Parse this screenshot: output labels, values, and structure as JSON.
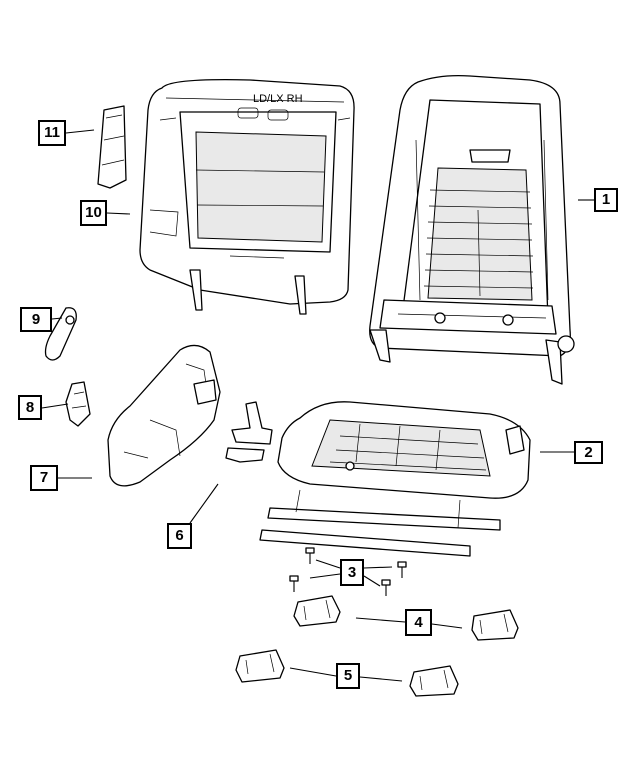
{
  "figure": {
    "embossed_text": "LD/LX RH",
    "callouts": [
      {
        "id": "1",
        "label": "1"
      },
      {
        "id": "2",
        "label": "2"
      },
      {
        "id": "3",
        "label": "3"
      },
      {
        "id": "4",
        "label": "4"
      },
      {
        "id": "5",
        "label": "5"
      },
      {
        "id": "6",
        "label": "6"
      },
      {
        "id": "7",
        "label": "7"
      },
      {
        "id": "8",
        "label": "8"
      },
      {
        "id": "9",
        "label": "9"
      },
      {
        "id": "10",
        "label": "10"
      },
      {
        "id": "11",
        "label": "11"
      }
    ]
  }
}
